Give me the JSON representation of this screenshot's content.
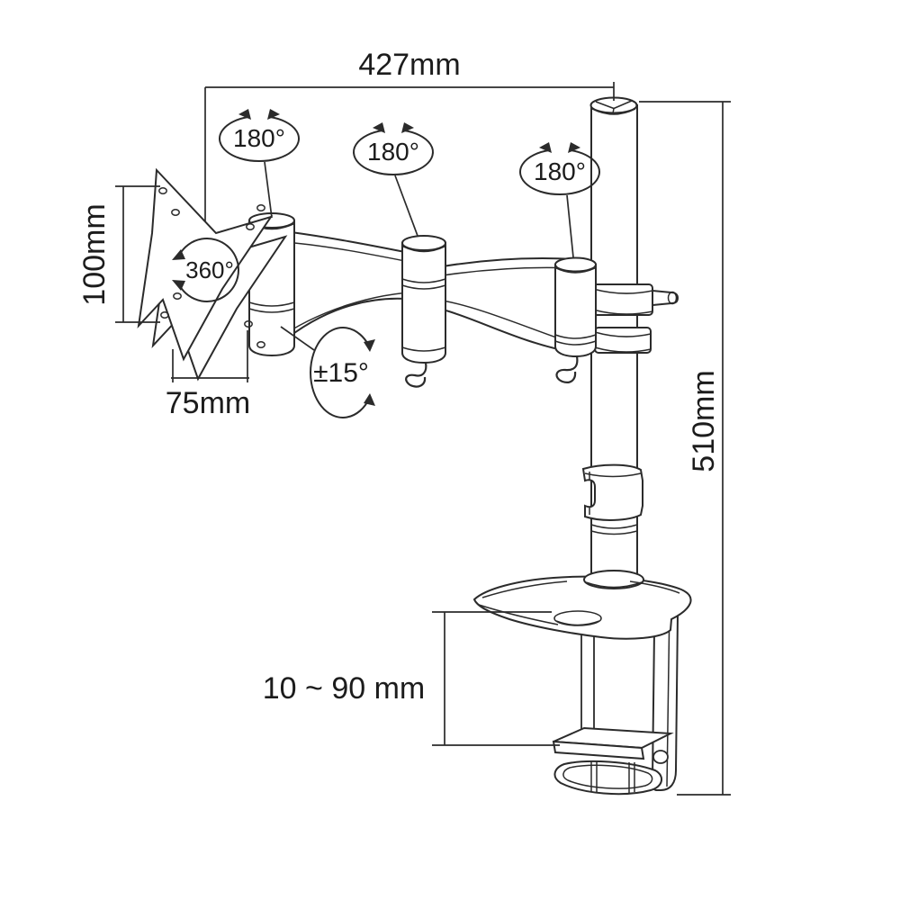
{
  "page": {
    "background": "#ffffff"
  },
  "diagram": {
    "type": "technical-line-drawing",
    "subject": "desk-clamp monitor arm, side view with dimensions",
    "line_color": "#2b2b2b",
    "text_color": "#1c1c1c",
    "labels": {
      "arm_span": "427mm",
      "vesa_height": "100mm",
      "vesa_width": "75mm",
      "pole_height": "510mm",
      "clamp_range": "10 ~ 90 mm",
      "swivel_joint_1": "180°",
      "swivel_joint_2": "180°",
      "swivel_joint_3": "180°",
      "plate_rotation": "360°",
      "tilt_range": "±15°"
    }
  }
}
